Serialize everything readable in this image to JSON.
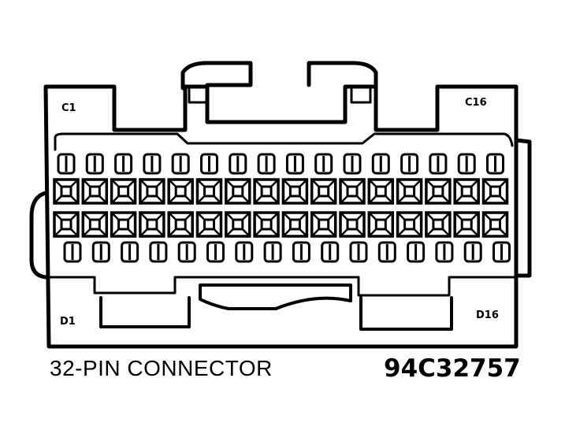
{
  "labels": {
    "c1": "C1",
    "c16": "C16",
    "d1": "D1",
    "d16": "D16"
  },
  "caption": {
    "connector_name": "32-PIN CONNECTOR",
    "part_number": "94C32757"
  },
  "pins": {
    "per_row": 16
  }
}
